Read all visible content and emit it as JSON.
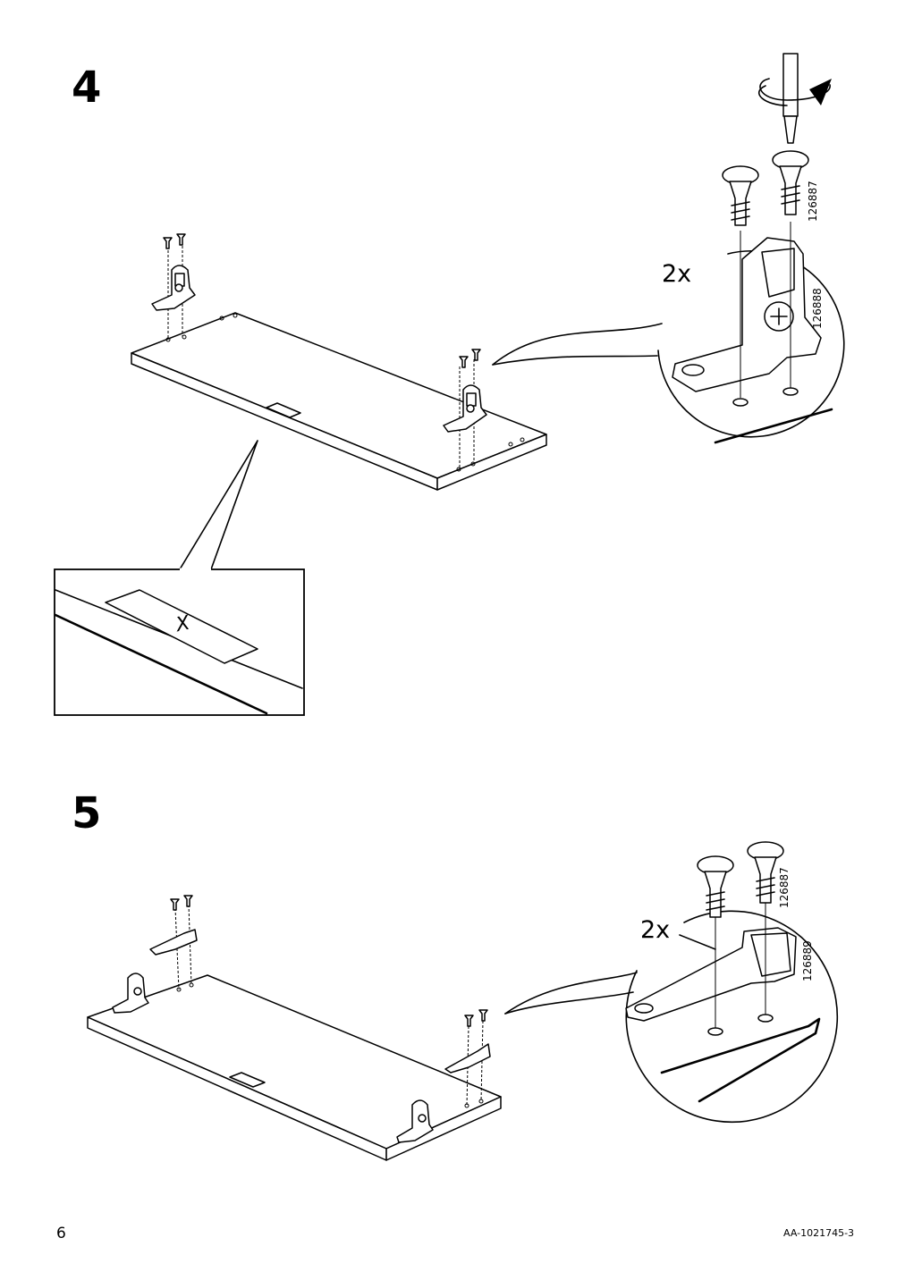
{
  "steps": [
    {
      "number": "4",
      "quantity": "2x",
      "part_numbers": [
        "126887",
        "126888"
      ]
    },
    {
      "number": "5",
      "quantity": "2x",
      "part_numbers": [
        "126887",
        "126889"
      ]
    }
  ],
  "detail_mark": "X",
  "footer": {
    "page_number": "6",
    "doc_id": "AA-1021745-3"
  }
}
